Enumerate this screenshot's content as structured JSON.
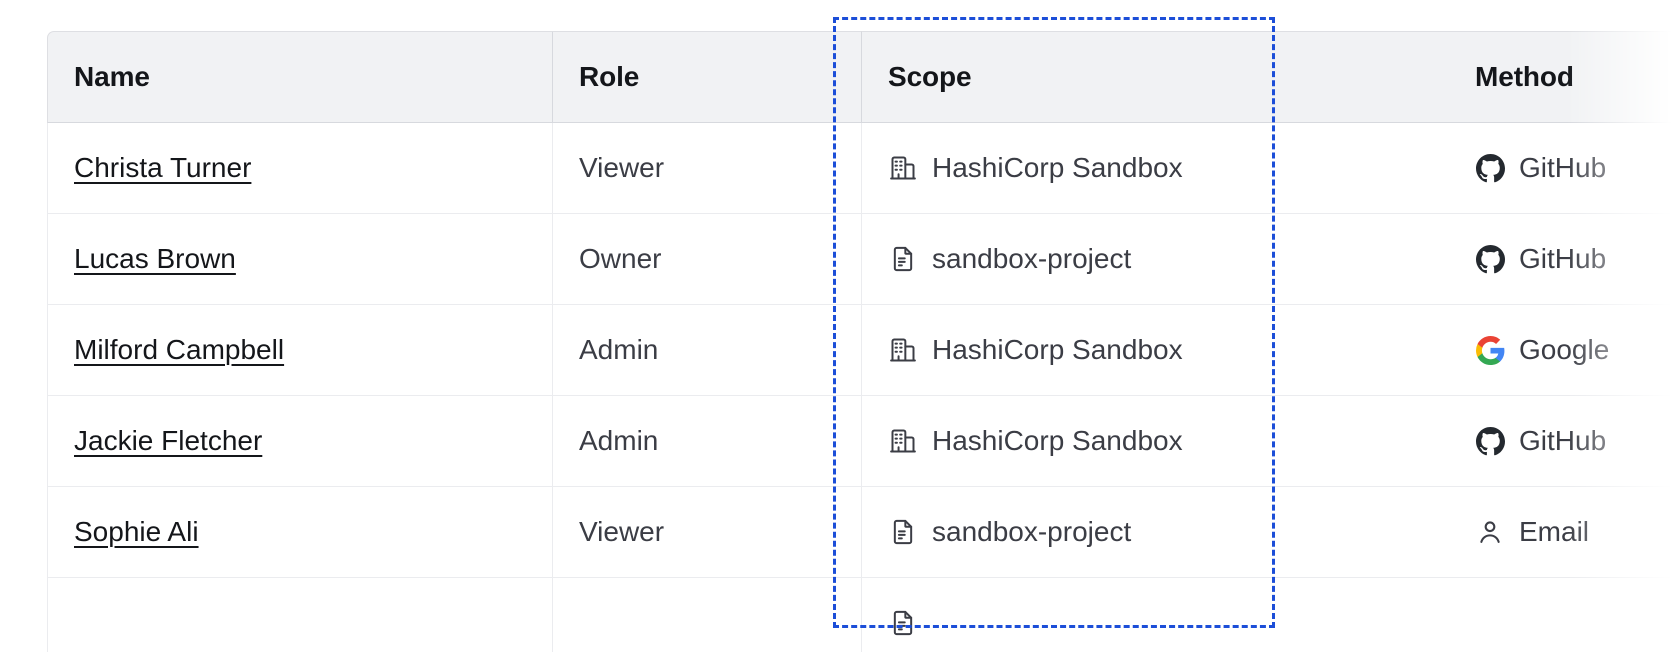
{
  "table": {
    "columns": [
      {
        "key": "name",
        "label": "Name"
      },
      {
        "key": "role",
        "label": "Role"
      },
      {
        "key": "scope",
        "label": "Scope"
      },
      {
        "key": "method",
        "label": "Method"
      }
    ],
    "rows": [
      {
        "name": "Christa Turner",
        "role": "Viewer",
        "scope": "HashiCorp Sandbox",
        "scope_icon": "organization-icon",
        "method": "GitHub",
        "method_icon": "github-icon"
      },
      {
        "name": "Lucas Brown",
        "role": "Owner",
        "scope": "sandbox-project",
        "scope_icon": "project-document-icon",
        "method": "GitHub",
        "method_icon": "github-icon"
      },
      {
        "name": "Milford Campbell",
        "role": "Admin",
        "scope": "HashiCorp Sandbox",
        "scope_icon": "organization-icon",
        "method": "Google",
        "method_icon": "google-icon"
      },
      {
        "name": "Jackie Fletcher",
        "role": "Admin",
        "scope": "HashiCorp Sandbox",
        "scope_icon": "organization-icon",
        "method": "GitHub",
        "method_icon": "github-icon"
      },
      {
        "name": "Sophie Ali",
        "role": "Viewer",
        "scope": "sandbox-project",
        "scope_icon": "project-document-icon",
        "method": "Email",
        "method_icon": "user-icon"
      },
      {
        "name": "",
        "role": "",
        "scope": "",
        "scope_icon": "project-document-icon",
        "method": "",
        "method_icon": ""
      }
    ]
  },
  "selection": {
    "target_column": "Scope",
    "style": "dashed",
    "color": "#1c4ed8"
  },
  "colors": {
    "header_background": "#f1f2f4",
    "header_text": "#14161a",
    "body_text": "#3b3d45",
    "link_text": "#14161a",
    "row_border": "#ebecef",
    "table_border": "#d7d9de",
    "selection_blue": "#1c4ed8",
    "google_blue": "#4285f4",
    "google_red": "#ea4335",
    "google_yellow": "#fbbc05",
    "google_green": "#34a853",
    "github_dark": "#24292f"
  }
}
